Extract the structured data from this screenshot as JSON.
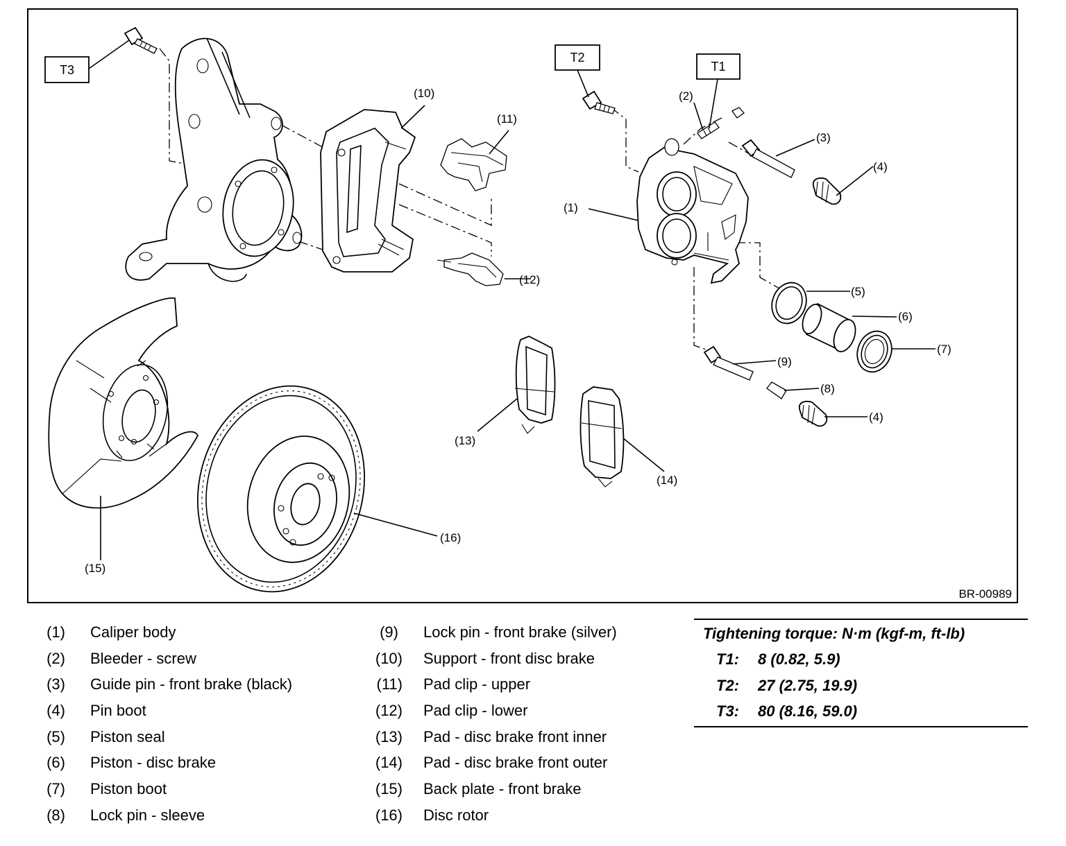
{
  "diagram": {
    "drawing_id": "BR-00989",
    "torque_boxes": [
      "T1",
      "T2",
      "T3"
    ],
    "callouts": {
      "c1": "(1)",
      "c2": "(2)",
      "c3": "(3)",
      "c4a": "(4)",
      "c4b": "(4)",
      "c5": "(5)",
      "c6": "(6)",
      "c7": "(7)",
      "c8": "(8)",
      "c9": "(9)",
      "c10": "(10)",
      "c11": "(11)",
      "c12": "(12)",
      "c13": "(13)",
      "c14": "(14)",
      "c15": "(15)",
      "c16": "(16)"
    }
  },
  "legend": {
    "left": [
      {
        "num": "(1)",
        "desc": "Caliper body"
      },
      {
        "num": "(2)",
        "desc": "Bleeder - screw"
      },
      {
        "num": "(3)",
        "desc": "Guide pin - front brake (black)"
      },
      {
        "num": "(4)",
        "desc": "Pin boot"
      },
      {
        "num": "(5)",
        "desc": "Piston seal"
      },
      {
        "num": "(6)",
        "desc": "Piston - disc brake"
      },
      {
        "num": "(7)",
        "desc": "Piston boot"
      },
      {
        "num": "(8)",
        "desc": "Lock pin - sleeve"
      }
    ],
    "right": [
      {
        "num": "(9)",
        "desc": "Lock pin - front brake (silver)"
      },
      {
        "num": "(10)",
        "desc": "Support - front disc brake"
      },
      {
        "num": "(11)",
        "desc": "Pad clip - upper"
      },
      {
        "num": "(12)",
        "desc": "Pad clip - lower"
      },
      {
        "num": "(13)",
        "desc": "Pad - disc brake front inner"
      },
      {
        "num": "(14)",
        "desc": "Pad - disc brake front outer"
      },
      {
        "num": "(15)",
        "desc": "Back plate - front brake"
      },
      {
        "num": "(16)",
        "desc": "Disc rotor"
      }
    ]
  },
  "torque": {
    "title": "Tightening torque: N·m (kgf-m, ft-lb)",
    "rows": [
      {
        "code": "T1:",
        "value": "8 (0.82, 5.9)"
      },
      {
        "code": "T2:",
        "value": "27 (2.75, 19.9)"
      },
      {
        "code": "T3:",
        "value": "80 (8.16, 59.0)"
      }
    ]
  }
}
